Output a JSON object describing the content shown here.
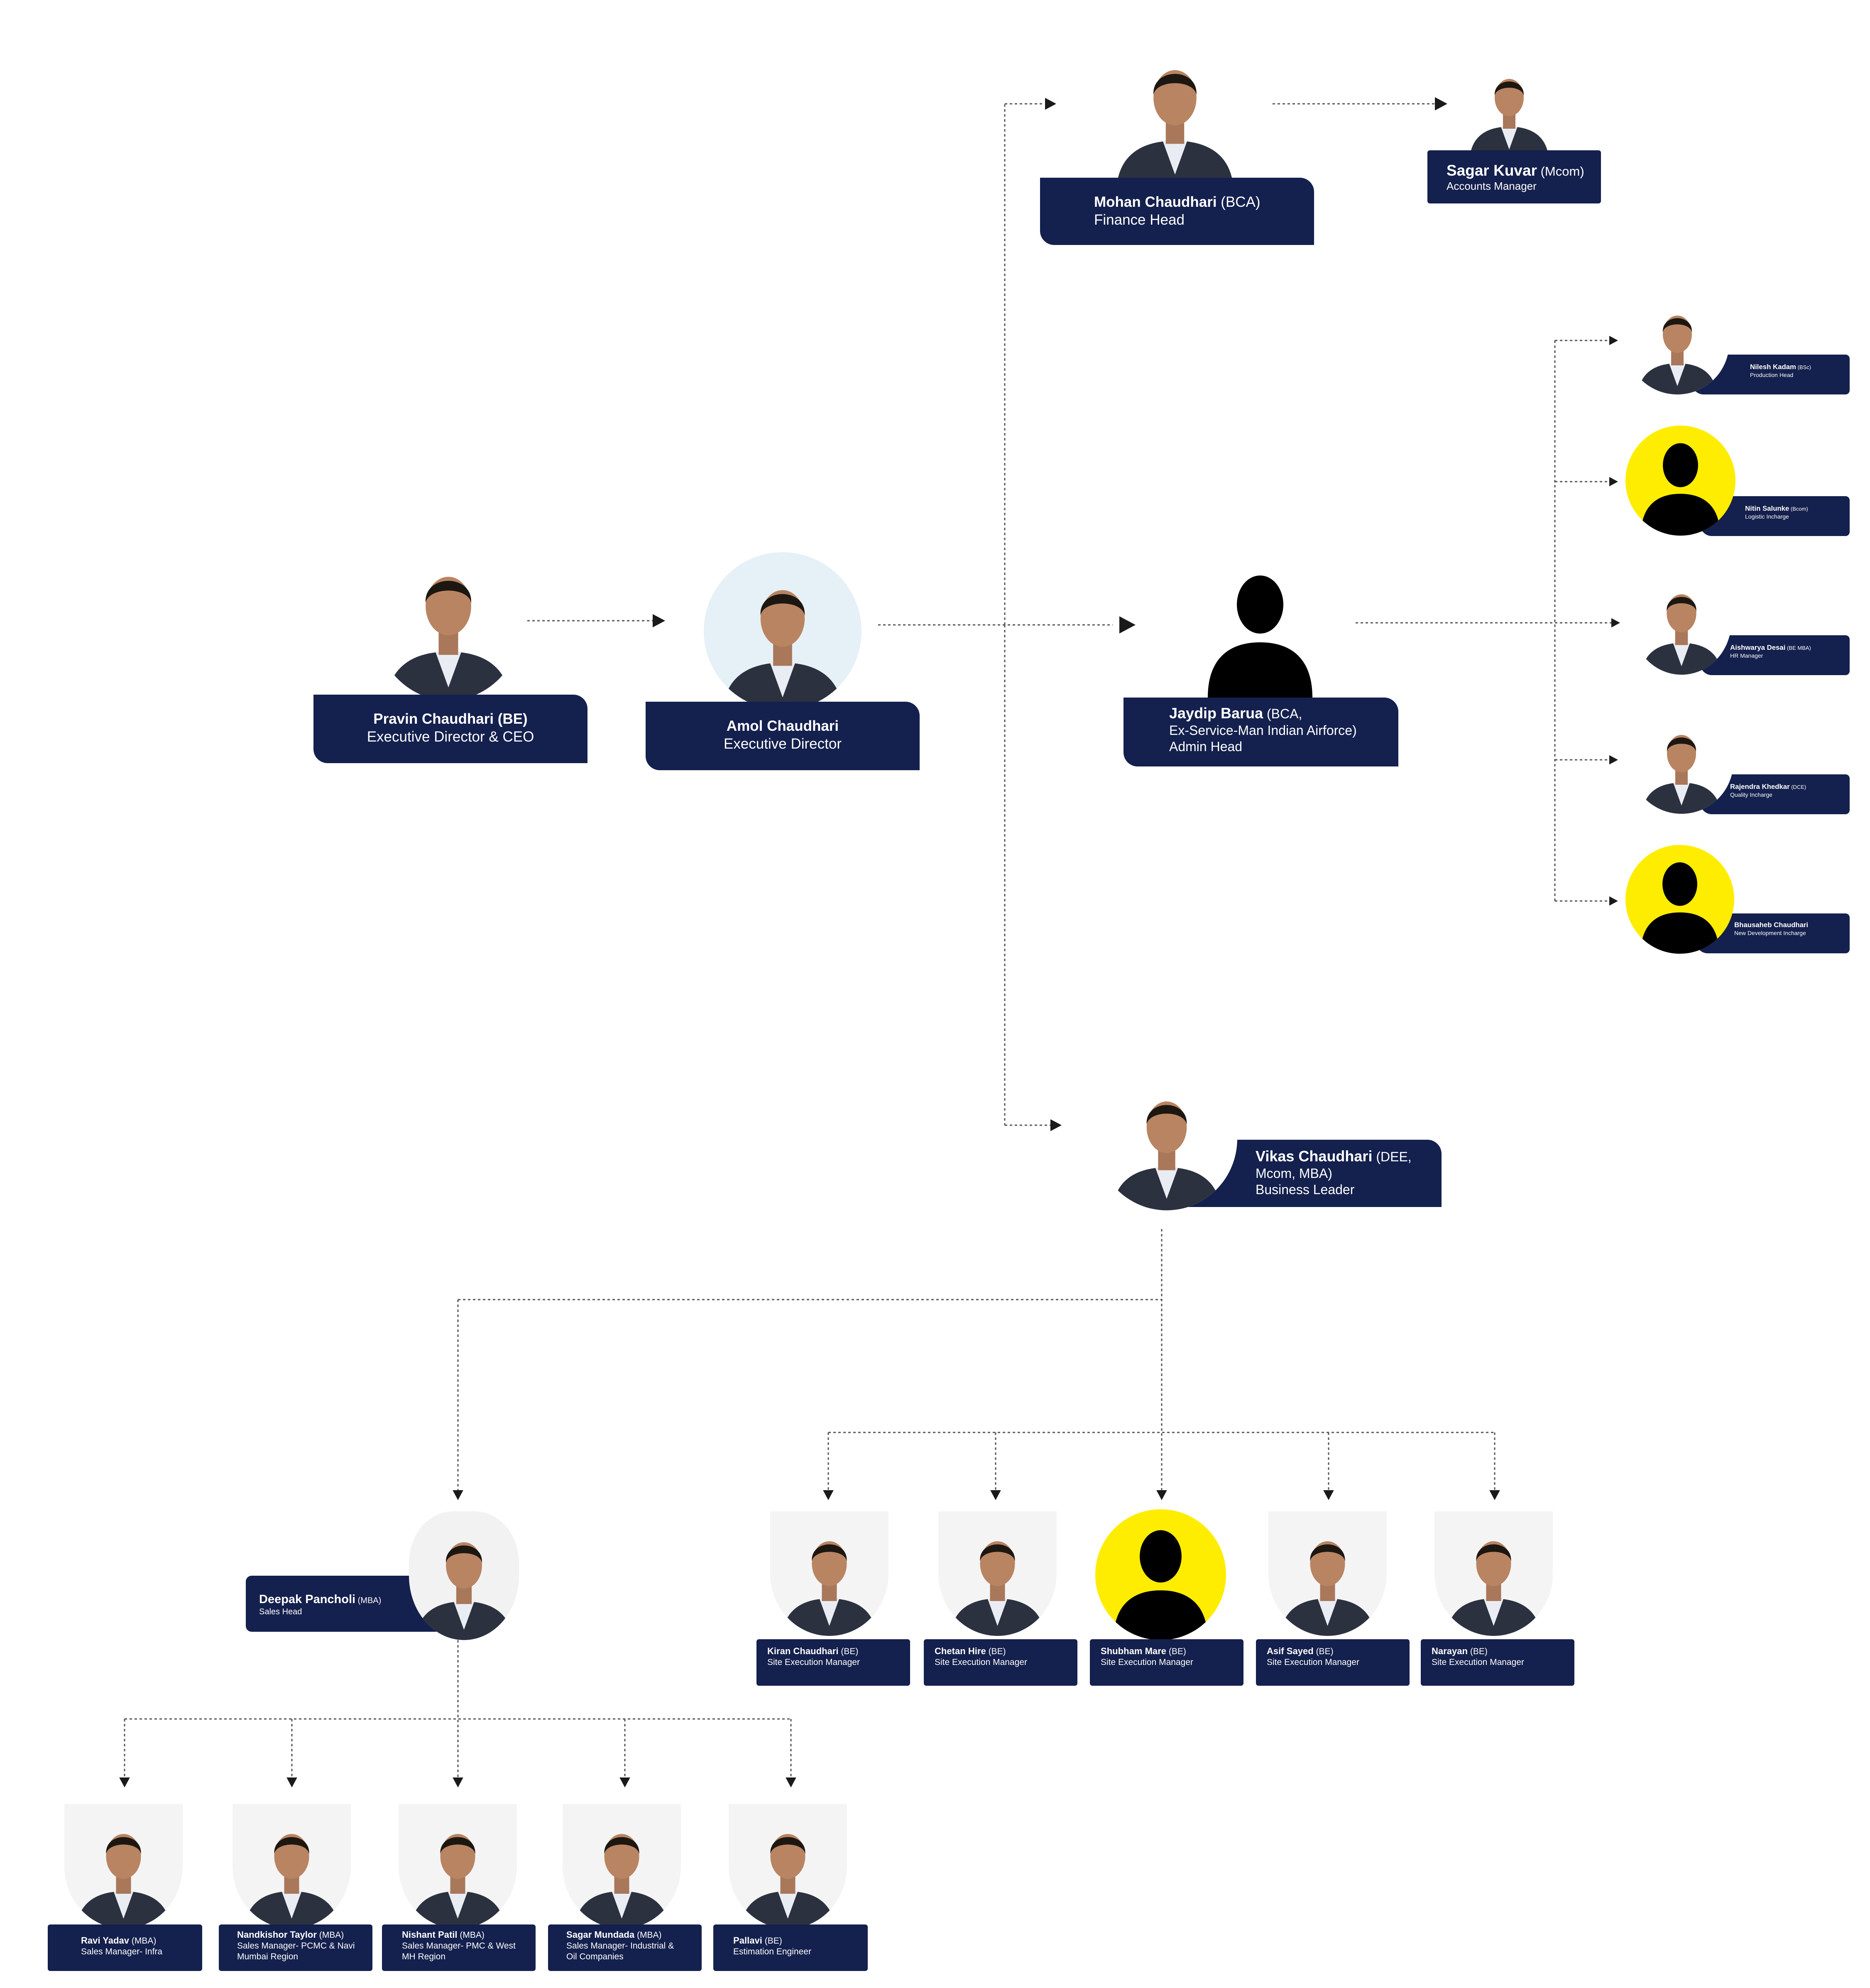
{
  "people": {
    "pravin": {
      "name": "Pravin Chaudhari (BE)",
      "qual": "",
      "role": "Executive Director & CEO",
      "photo": "photo",
      "bg": "#ffffff"
    },
    "amol": {
      "name": "Amol Chaudhari",
      "qual": "",
      "role": "Executive Director",
      "photo": "photo",
      "bg": "#e6f0f7"
    },
    "mohan": {
      "name": "Mohan Chaudhari",
      "qual": " (BCA)",
      "role": "Finance Head",
      "photo": "photo",
      "bg": "#ffffff"
    },
    "sagark": {
      "name": "Sagar Kuvar",
      "qual": " (Mcom)",
      "role": "Accounts Manager",
      "photo": "photo",
      "bg": "#ffffff"
    },
    "jaydip": {
      "name": "Jaydip Barua",
      "qual": " (BCA,",
      "role": "Ex-Service-Man Indian Airforce)",
      "role2": " Admin Head",
      "photo": "silhouette",
      "bg": "#ffffff"
    },
    "vikas": {
      "name": "Vikas Chaudhari",
      "qual": " (DEE,",
      "role": "Mcom, MBA)",
      "role2": "Business Leader",
      "photo": "photo",
      "bg": "#ffffff"
    },
    "nilesh": {
      "name": "Nilesh Kadam",
      "qual": " (BSc)",
      "role": "Production Head",
      "photo": "photo",
      "bg": "#ffffff"
    },
    "nitin": {
      "name": "Nitin Salunke",
      "qual": " (Bcom)",
      "role": "Logistic Incharge",
      "photo": "silhouette",
      "bg": "#ffed00"
    },
    "aishwarya": {
      "name": "Aishwarya Desai",
      "qual": " (BE MBA)",
      "role": "HR Manager",
      "photo": "photo",
      "bg": "#ffffff"
    },
    "rajendra": {
      "name": "Rajendra Khedkar",
      "qual": " (DCE)",
      "role": "Quality Incharge",
      "photo": "photo",
      "bg": "#ffffff"
    },
    "bhausaheb": {
      "name": "Bhausaheb Chaudhari",
      "qual": "",
      "role": "New Development Incharge",
      "photo": "silhouette",
      "bg": "#ffed00"
    },
    "deepak": {
      "name": "Deepak Pancholi",
      "qual": " (MBA)",
      "role": "Sales Head",
      "photo": "photo",
      "bg": "#f2f2f2"
    },
    "kiran": {
      "name": "Kiran Chaudhari",
      "qual": " (BE)",
      "role": "Site Execution Manager",
      "photo": "photo",
      "bg": "#f4f4f4"
    },
    "chetan": {
      "name": "Chetan Hire",
      "qual": " (BE)",
      "role": "Site Execution Manager",
      "photo": "photo",
      "bg": "#f4f4f4"
    },
    "shubham": {
      "name": "Shubham Mare",
      "qual": " (BE)",
      "role": "Site Execution Manager",
      "photo": "silhouette",
      "bg": "#ffed00"
    },
    "asif": {
      "name": "Asif Sayed",
      "qual": " (BE)",
      "role": "Site Execution Manager",
      "photo": "photo",
      "bg": "#f4f4f4"
    },
    "narayan": {
      "name": "Narayan",
      "qual": " (BE)",
      "role": "Site Execution Manager",
      "photo": "photo",
      "bg": "#f4f4f4"
    },
    "ravi": {
      "name": "Ravi Yadav",
      "qual": " (MBA)",
      "role": "Sales Manager- Infra",
      "photo": "photo",
      "bg": "#f4f4f4"
    },
    "nandkishor": {
      "name": "Nandkishor Taylor",
      "qual": " (MBA)",
      "role": "Sales Manager- PCMC & Navi",
      "role2": "Mumbai Region",
      "photo": "photo",
      "bg": "#f4f4f4"
    },
    "nishant": {
      "name": "Nishant Patil",
      "qual": " (MBA)",
      "role": "Sales Manager- PMC & West",
      "role2": "MH Region",
      "photo": "photo",
      "bg": "#f4f4f4"
    },
    "sagarm": {
      "name": "Sagar Mundada",
      "qual": " (MBA)",
      "role": "Sales Manager- Industrial &",
      "role2": "Oil Companies",
      "photo": "photo",
      "bg": "#f4f4f4"
    },
    "pallavi": {
      "name": "Pallavi",
      "qual": "  (BE)",
      "role": "Estimation Engineer",
      "photo": "photo",
      "bg": "#f4f4f4"
    }
  },
  "colors": {
    "label_bg": "#14204d",
    "label_text": "#ffffff",
    "connector": "#555555",
    "highlight": "#ffed00",
    "arrow": "#1a1a1a"
  }
}
